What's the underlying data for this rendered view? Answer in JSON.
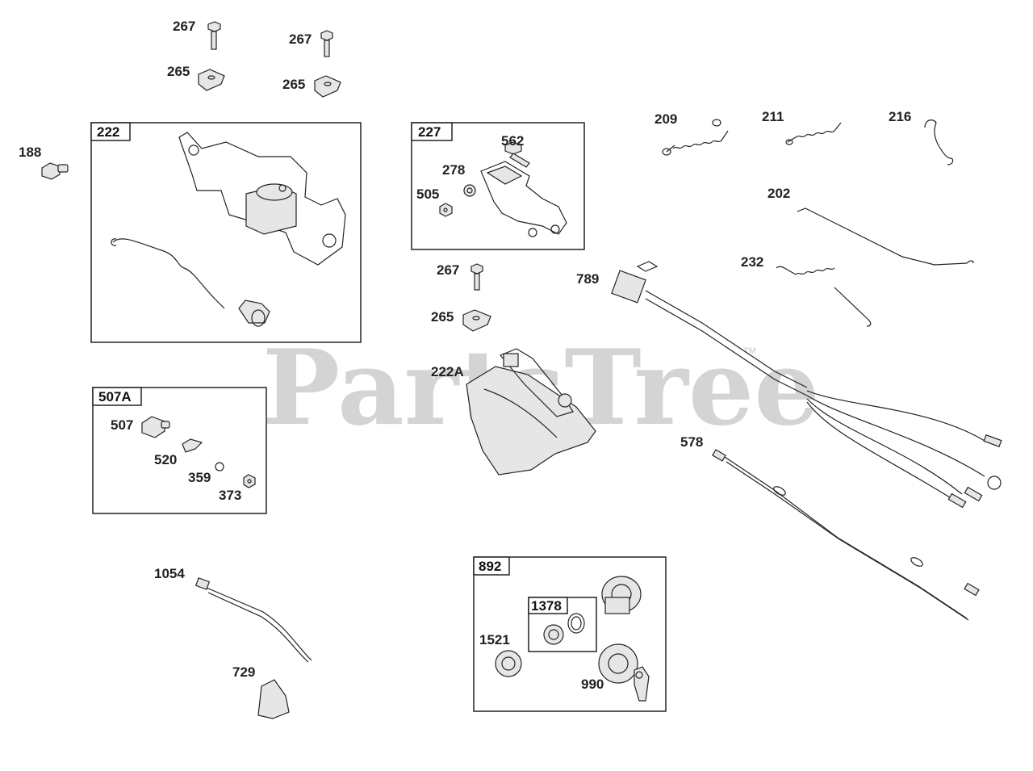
{
  "watermark": {
    "text": "PartsTree",
    "mark": "™"
  },
  "groups": {
    "g222": "222",
    "g227": "227",
    "g507A": "507A",
    "g892": "892",
    "g1378": "1378"
  },
  "labels": {
    "l267a": "267",
    "l267b": "267",
    "l265a": "265",
    "l265b": "265",
    "l188": "188",
    "l562": "562",
    "l278": "278",
    "l505": "505",
    "l267c": "267",
    "l265c": "265",
    "l222A": "222A",
    "l209": "209",
    "l211": "211",
    "l216": "216",
    "l202": "202",
    "l232": "232",
    "l789": "789",
    "l578": "578",
    "l507": "507",
    "l520": "520",
    "l359": "359",
    "l373": "373",
    "l1054": "1054",
    "l729": "729",
    "l1521": "1521",
    "l990": "990"
  },
  "colors": {
    "line": "#222222",
    "watermark": "#d4d4d4",
    "background": "#ffffff"
  }
}
